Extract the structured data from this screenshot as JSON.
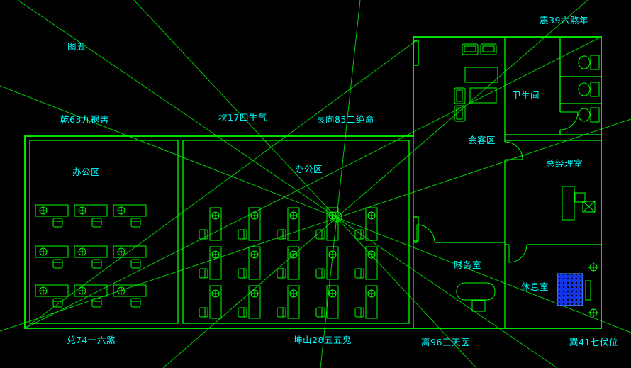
{
  "figure": {
    "title": "图五"
  },
  "colors": {
    "background": "#000000",
    "line_green": "#00ff00",
    "text_cyan": "#00ffff",
    "shower_blue": "#1535e8"
  },
  "rooms": {
    "office_left": "办公区",
    "office_center": "办公区",
    "meeting": "会客区",
    "bathroom": "卫生间",
    "manager": "总经理室",
    "finance": "财务室",
    "rest": "休息室"
  },
  "directions": {
    "qian": "乾63九祸害",
    "kan": "坎17四生气",
    "gen": "艮向85二绝命",
    "zhen": "震39六煞年",
    "dui": "兑74一六煞",
    "kun": "坤山28五五鬼",
    "li": "离96三天医",
    "xun": "巽41七伏位"
  }
}
